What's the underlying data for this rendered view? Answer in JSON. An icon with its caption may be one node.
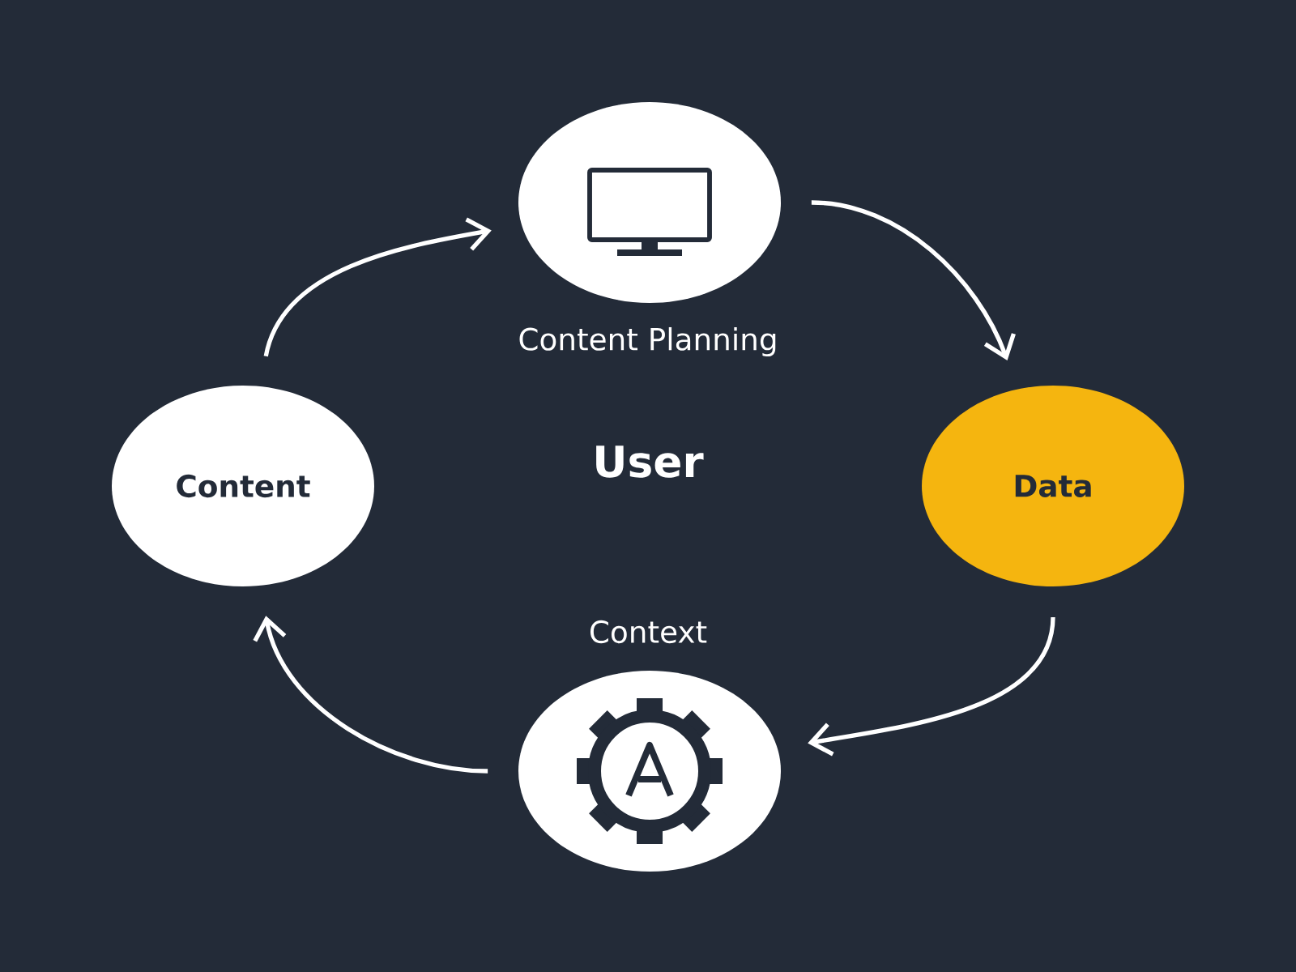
{
  "diagram": {
    "nodes": [
      {
        "text": [
          "Content Planning"
        ]
      },
      {
        "text": [
          "Data"
        ]
      },
      {
        "text": [
          "Context"
        ]
      },
      {
        "text": [
          "Content"
        ]
      }
    ],
    "edges": [
      {
        "from": 0,
        "to": 1,
        "arrow": "to"
      },
      {
        "from": 1,
        "to": 2,
        "arrow": "to"
      },
      {
        "from": 2,
        "to": 3,
        "arrow": "to"
      },
      {
        "from": 3,
        "to": 0,
        "arrow": "to"
      }
    ],
    "labels": [
      "User"
    ]
  }
}
